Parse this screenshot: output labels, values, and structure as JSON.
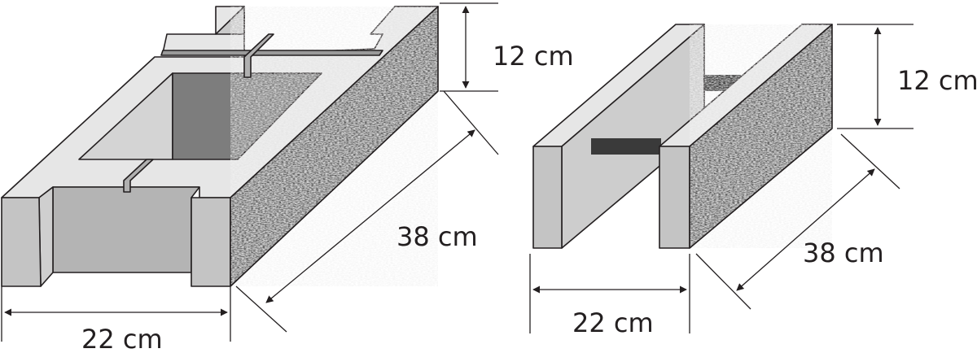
{
  "blocks": [
    {
      "dimensions": {
        "height": "12 cm",
        "length": "38 cm",
        "width": "22 cm"
      }
    },
    {
      "dimensions": {
        "height": "12 cm",
        "length": "38 cm",
        "width": "22 cm"
      }
    }
  ],
  "colors": {
    "outline": "#231f20",
    "light_face": "#e6e6e6",
    "mid_face": "#c9c9c9",
    "dark_face": "#7d7d7d",
    "connector": "#3a3a3a",
    "texture_base": "#5a5a5a"
  }
}
